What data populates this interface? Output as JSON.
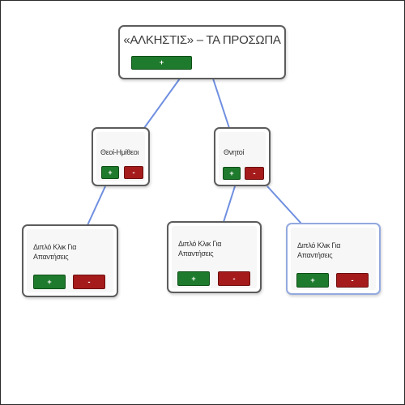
{
  "root": {
    "title": "«ΑΛΚΗΣΤΙΣ» – ΤΑ ΠΡΟΣΩΠΑ",
    "add_label": "+"
  },
  "nodes": [
    {
      "label": "Θεοί-Ημίθεοι",
      "add_label": "+",
      "remove_label": "-"
    },
    {
      "label": "Θνητοί",
      "add_label": "+",
      "remove_label": "-"
    },
    {
      "label": "Διπλό Κλικ Για Απαντήσεις",
      "add_label": "+",
      "remove_label": "-"
    },
    {
      "label": "Διπλό Κλικ Για Απαντήσεις",
      "add_label": "+",
      "remove_label": "-"
    },
    {
      "label": "Διπλό Κλικ Για Απαντήσεις",
      "add_label": "+",
      "remove_label": "-"
    }
  ],
  "colors": {
    "connector": "#6f8fe0",
    "add_button": "#1e7a2c",
    "remove_button": "#a51b1b",
    "node_border": "#5c5c5c",
    "selected_border": "#93a9df"
  }
}
